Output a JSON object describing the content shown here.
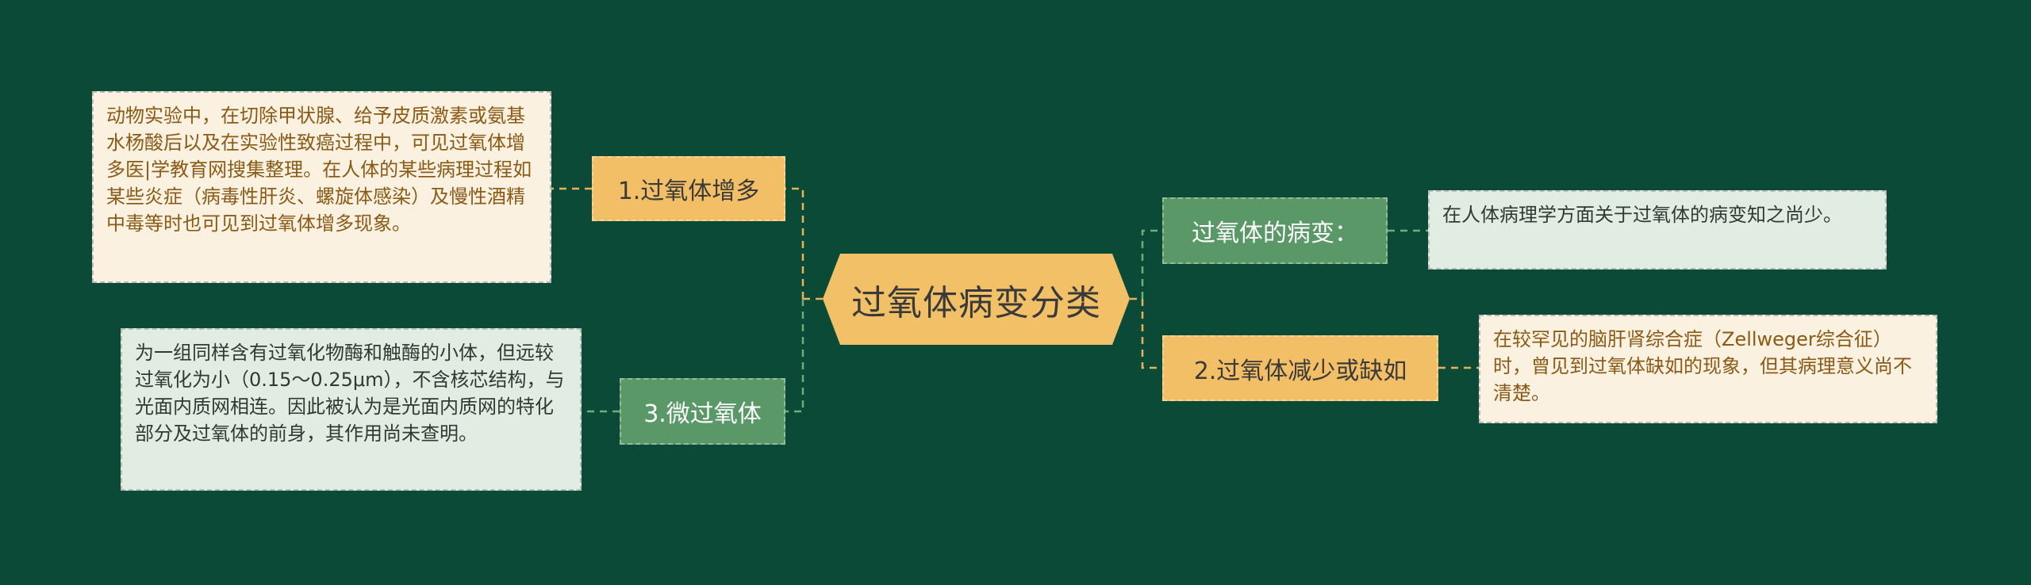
{
  "root": {
    "label": "过氧体病变分类"
  },
  "branches": {
    "increase": {
      "label": "1.过氧体增多",
      "note": "动物实验中，在切除甲状腺、给予皮质激素或氨基水杨酸后以及在实验性致癌过程中，可见过氧体增多医|学教育网搜集整理。在人体的某些病理过程如某些炎症（病毒性肝炎、螺旋体感染）及慢性酒精中毒等时也可见到过氧体增多现象。"
    },
    "micro": {
      "label": "3.微过氧体",
      "note": "为一组同样含有过氧化物酶和触酶的小体，但远较过氧化为小（0.15～0.25μm），不含核芯结构，与光面内质网相连。因此被认为是光面内质网的特化部分及过氧体的前身，其作用尚未查明。"
    },
    "lesion": {
      "label": "过氧体的病变：",
      "note": "在人体病理学方面关于过氧体的病变知之尚少。"
    },
    "decrease": {
      "label": "2.过氧体减少或缺如",
      "note": "在较罕见的脑肝肾综合症（Zellweger综合征）时，曾见到过氧体缺如的现象，但其病理意义尚不清楚。"
    }
  },
  "colors": {
    "background": "#0b4a36",
    "root_fill": "#f2c067",
    "orange_node": "#f2bf66",
    "green_node": "#5a9868",
    "cream_note": "#fbf1e1",
    "mint_note": "#e1ece3",
    "link_orange": "#e8b25a",
    "link_green": "#6fae7c"
  }
}
